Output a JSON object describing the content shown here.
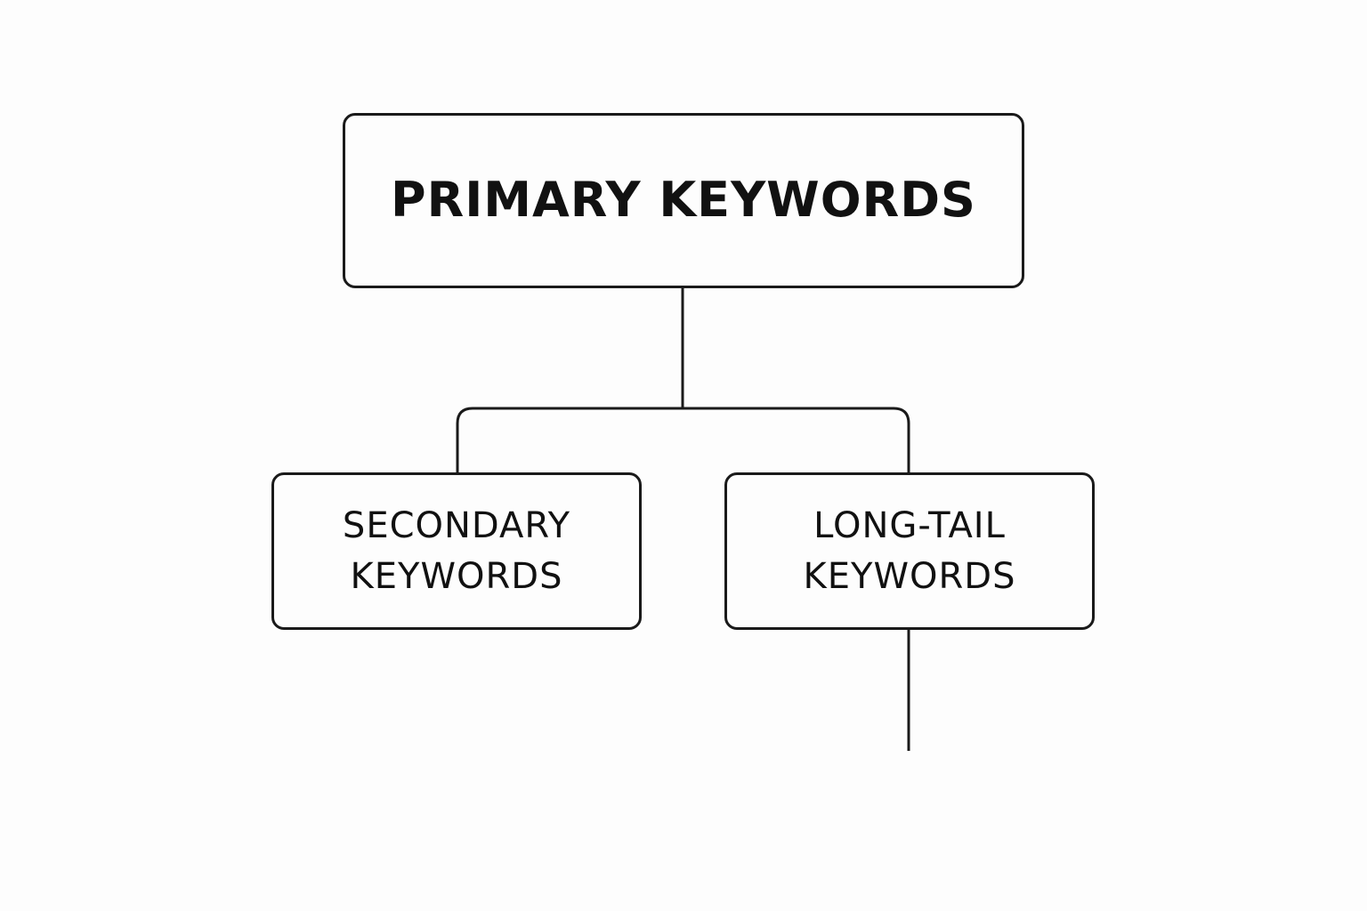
{
  "diagram": {
    "type": "hierarchy-tree",
    "root": {
      "label": "PRIMARY KEYWORDS"
    },
    "children": [
      {
        "line1": "SECONDARY",
        "line2": "KEYWORDS"
      },
      {
        "line1": "LONG-TAIL",
        "line2": "KEYWORDS"
      }
    ],
    "colors": {
      "stroke": "#1a1a1a",
      "text": "#111111",
      "background": "#fdfdfd"
    }
  }
}
